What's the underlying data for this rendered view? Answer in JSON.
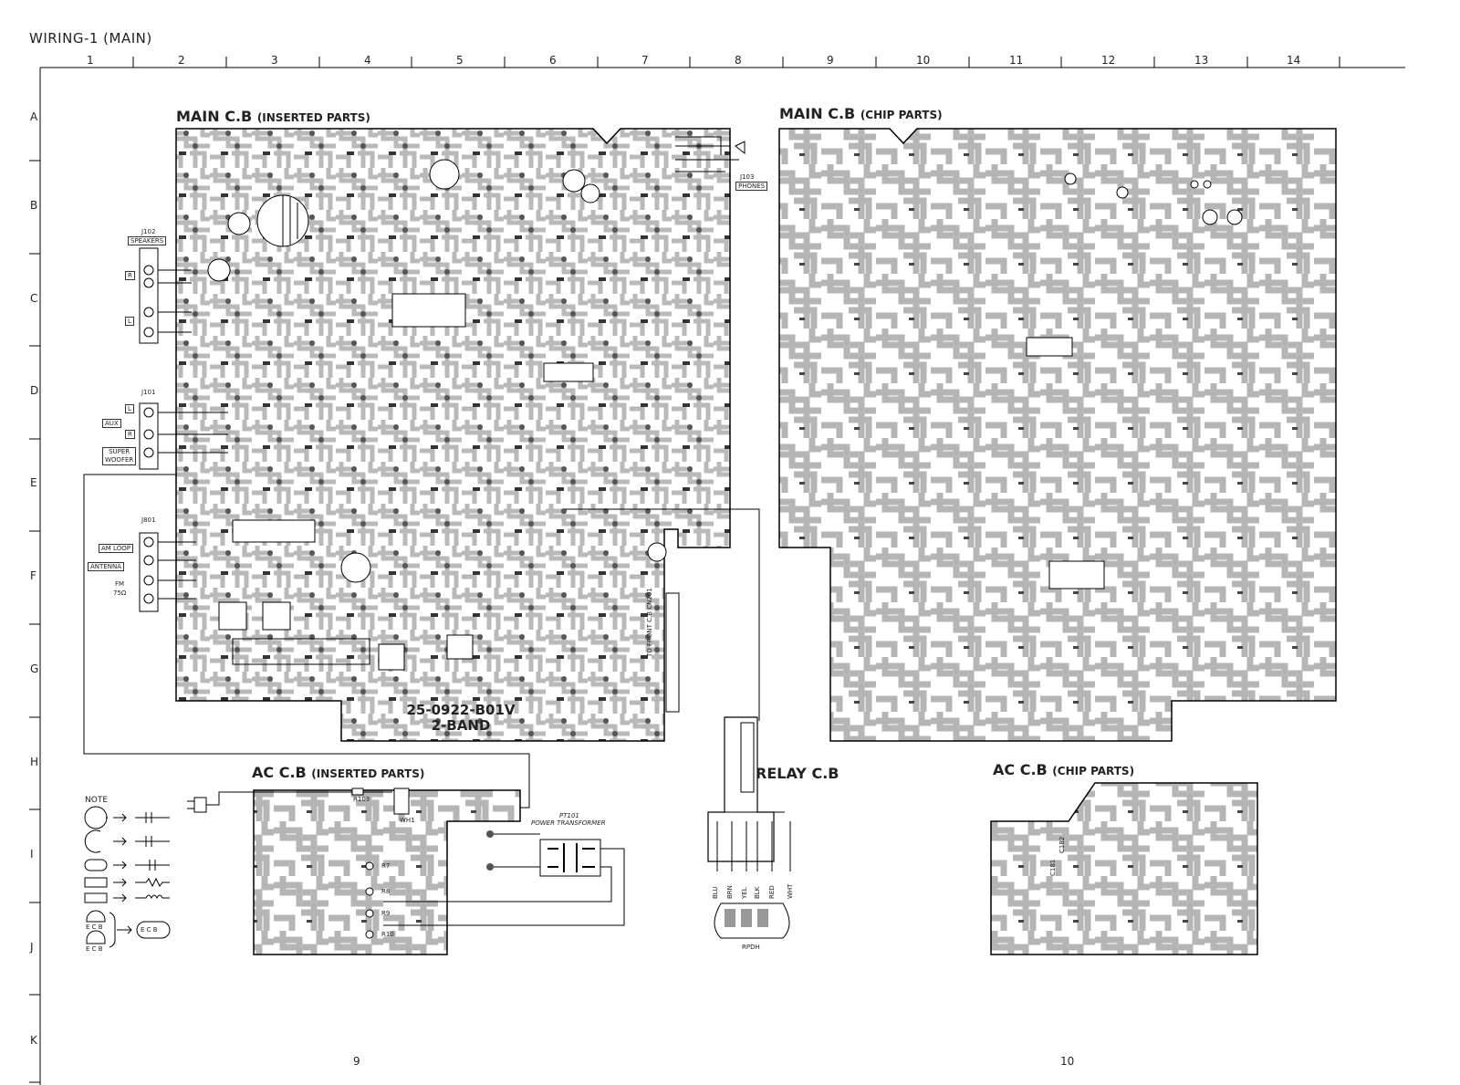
{
  "page_title": "WIRING-1 (MAIN)",
  "columns": [
    "1",
    "2",
    "3",
    "4",
    "5",
    "6",
    "7",
    "8",
    "9",
    "10",
    "11",
    "12",
    "13",
    "14"
  ],
  "rows": [
    "A",
    "B",
    "C",
    "D",
    "E",
    "F",
    "G",
    "H",
    "I",
    "J",
    "K"
  ],
  "boards": {
    "main_inserted": {
      "title": "MAIN C.B",
      "sub": "(INSERTED PARTS)"
    },
    "main_chip": {
      "title": "MAIN C.B",
      "sub": "(CHIP PARTS)"
    },
    "ac_inserted": {
      "title": "AC C.B",
      "sub": "(INSERTED PARTS)"
    },
    "ac_chip": {
      "title": "AC C.B",
      "sub": "(CHIP PARTS)"
    },
    "relay": {
      "title": "RELAY C.B"
    }
  },
  "connectors": {
    "j102": "J102",
    "speakers": "SPEAKERS",
    "r": "R",
    "l": "L",
    "j101": "J101",
    "aux": "AUX",
    "super": "SUPER",
    "woofer": "WOOFER",
    "j801": "J801",
    "am_loop": "AM LOOP",
    "antenna": "ANTENNA",
    "fm": "FM",
    "ohm": "75Ω",
    "j103": "J103",
    "phones": "PHONES",
    "to_front": "TO FRONT C.B CN201"
  },
  "part_number": {
    "line1": "25-0922-B01V",
    "line2": "2-BAND"
  },
  "transformer": {
    "ref": "PT101",
    "name": "POWER TRANSFORMER"
  },
  "ac_labels": {
    "r103": "R103",
    "wh1": "WH1",
    "r7": "R7",
    "r8": "R8",
    "r9": "R9",
    "r10": "R10",
    "c181": "C181",
    "c182": "C182"
  },
  "relay_wires": [
    "BLU",
    "BRN",
    "YEL",
    "BLK",
    "RED",
    "WHT"
  ],
  "relay_plug": "RPDH",
  "note": {
    "title": "NOTE",
    "ecb": "E C B"
  },
  "page_numbers": [
    "9",
    "10"
  ]
}
